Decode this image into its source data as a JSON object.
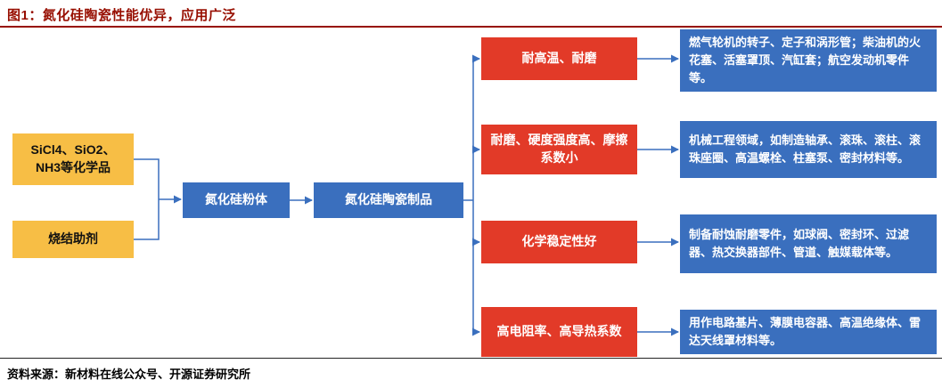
{
  "figure": {
    "title": "图1：氮化硅陶瓷性能优异，应用广泛",
    "source": "资料来源：新材料在线公众号、开源证券研究所"
  },
  "flow": {
    "inputs": [
      {
        "label": "SiCl4、SiO2、NH3等化学品"
      },
      {
        "label": "烧结助剂"
      }
    ],
    "stages": [
      {
        "label": "氮化硅粉体"
      },
      {
        "label": "氮化硅陶瓷制品"
      }
    ],
    "branches": [
      {
        "property": "耐高温、耐磨",
        "application": "燃气轮机的转子、定子和涡形管；柴油机的火花塞、活塞罩顶、汽缸套；航空发动机零件等。"
      },
      {
        "property": "耐磨、硬度强度高、摩擦系数小",
        "application": "机械工程领域，如制造轴承、滚珠、滚柱、滚珠座圈、高温螺栓、柱塞泵、密封材料等。"
      },
      {
        "property": "化学稳定性好",
        "application": "制备耐蚀耐磨零件，如球阀、密封环、过滤器、热交换器部件、管道、触媒载体等。"
      },
      {
        "property": "高电阻率、高导热系数",
        "application": "用作电路基片、薄膜电容器、高温绝缘体、雷达天线罩材料等。"
      }
    ]
  },
  "colors": {
    "title": "#970E00",
    "input_box": "#F7BE45",
    "stage_box": "#3A6FBE",
    "property_box": "#E23A28",
    "application_box": "#3A6FBE",
    "connector": "#3A6FBE"
  }
}
